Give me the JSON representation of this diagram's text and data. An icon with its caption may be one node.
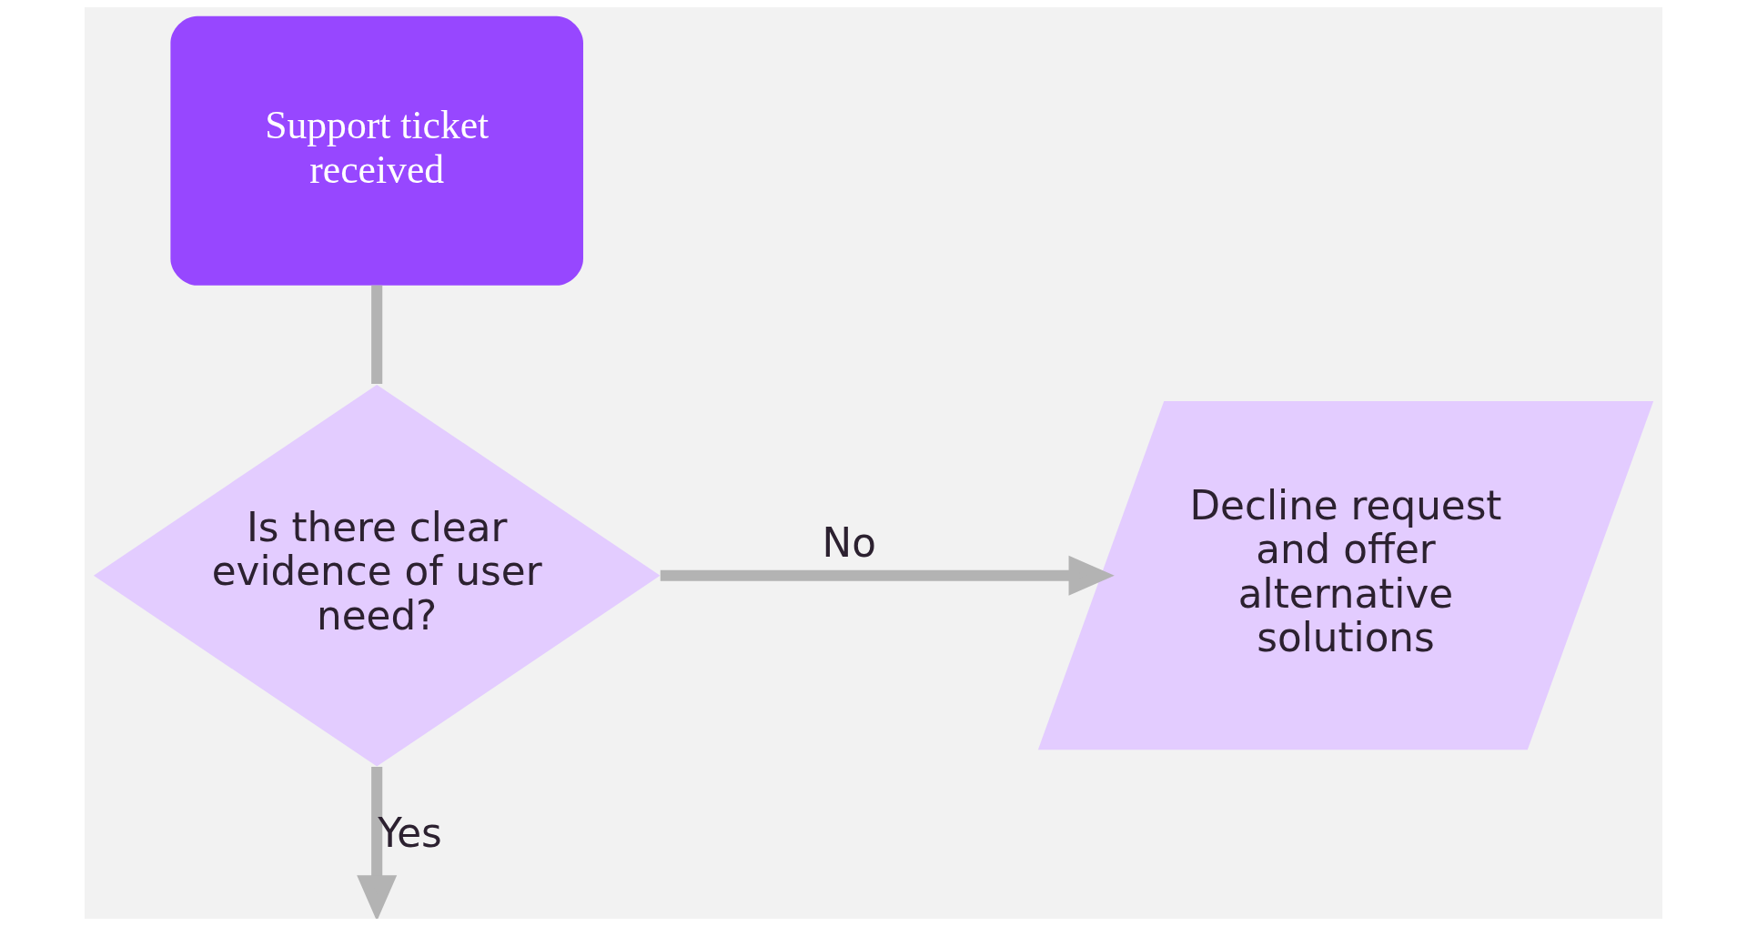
{
  "diagram": {
    "nodes": [
      {
        "text": [
          "Support ticket received"
        ]
      },
      {
        "text": [
          "Is there clear evidence of user need?"
        ]
      },
      {
        "text": [
          "Decline request and offer alternative solutions"
        ]
      }
    ],
    "edges": [
      {
        "from": 0,
        "to": 1,
        "arrow": "none"
      },
      {
        "from": 1,
        "to": 2,
        "label": "No",
        "arrow": "to"
      },
      {
        "from": 1,
        "to": null,
        "label": "Yes",
        "arrow": "to"
      }
    ]
  }
}
